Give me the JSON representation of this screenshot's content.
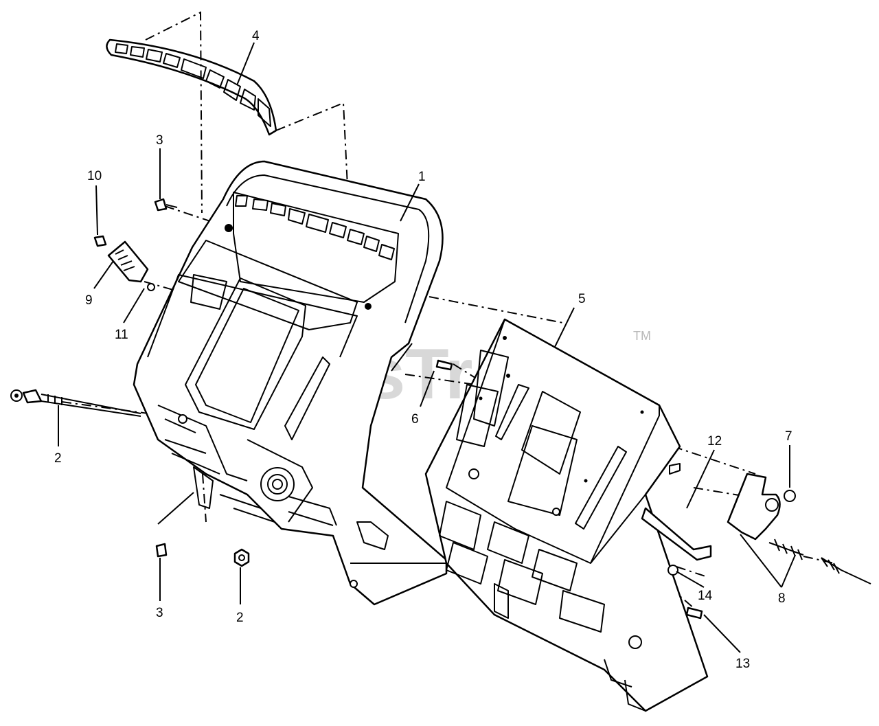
{
  "watermark": {
    "text": "PartsTree",
    "trademark": "TM"
  },
  "callouts": [
    {
      "id": "c1",
      "label": "1"
    },
    {
      "id": "c2a",
      "label": "2"
    },
    {
      "id": "c2b",
      "label": "2"
    },
    {
      "id": "c3a",
      "label": "3"
    },
    {
      "id": "c3b",
      "label": "3"
    },
    {
      "id": "c4",
      "label": "4"
    },
    {
      "id": "c5",
      "label": "5"
    },
    {
      "id": "c6",
      "label": "6"
    },
    {
      "id": "c7",
      "label": "7"
    },
    {
      "id": "c8",
      "label": "8"
    },
    {
      "id": "c9",
      "label": "9"
    },
    {
      "id": "c10",
      "label": "10"
    },
    {
      "id": "c11",
      "label": "11"
    },
    {
      "id": "c12",
      "label": "12"
    },
    {
      "id": "c13",
      "label": "13"
    },
    {
      "id": "c14",
      "label": "14"
    }
  ]
}
